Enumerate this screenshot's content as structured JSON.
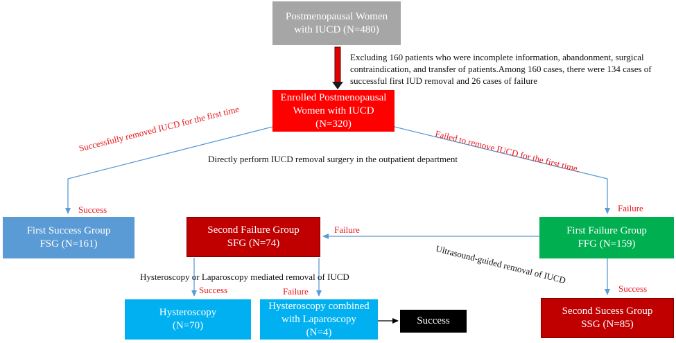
{
  "colors": {
    "gray": "#a6a6a6",
    "red": "#ff0000",
    "darkred": "#c00000",
    "steelblue": "#5b9bd5",
    "green": "#00b050",
    "cyan": "#00b0f0",
    "black": "#000000",
    "label_red": "#e8161a"
  },
  "nodes": {
    "top": {
      "line1": "Postmenopausal Women",
      "line2": "with IUCD (N=480)"
    },
    "enrolled": {
      "line1": "Enrolled Postmenopausal",
      "line2": "Women with IUCD",
      "line3": "(N=320)"
    },
    "fsg": {
      "line1": "First Success Group",
      "line2": "FSG  (N=161)"
    },
    "sfg": {
      "line1": "Second Failure Group",
      "line2": "SFG (N=74)"
    },
    "ffg": {
      "line1": "First Failure Group",
      "line2": "FFG (N=159)"
    },
    "hyst": {
      "line1": "Hysteroscopy",
      "line2": "(N=70)"
    },
    "hystlap": {
      "line1": "Hysteroscopy combined",
      "line2": "with Laparoscopy",
      "line3": "(N=4)"
    },
    "success": {
      "line1": "Success"
    },
    "ssg": {
      "line1": "Second Sucess Group",
      "line2": "SSG (N=85)"
    }
  },
  "annotations": {
    "exclusion": {
      "line1": "Excluding 160 patients who were incomplete information, abandonment, surgical",
      "line2": "contraindication, and transfer of patients.Among 160 cases, there were 134 cases of",
      "line3": "successful first IUD removal and 26 cases of failure"
    },
    "success_branch": "Successfully removed IUCD for the first time",
    "failed_branch": "Failed to remove IUCD for the first time.",
    "outpatient": "Directly perform IUCD removal surgery in the outpatient department",
    "ultrasound": "Ultrasound-guided  removal of IUCD",
    "hyst_lap": "Hysteroscopy or Laparoscopy mediated  removal  of IUCD",
    "lbl_success_fsg": "Success",
    "lbl_failure_ffg": "Failure",
    "lbl_failure_sfg": "Failure",
    "lbl_success_hyst": "Success",
    "lbl_failure_hystlap": "Failure",
    "lbl_success_ssg": "Success"
  }
}
